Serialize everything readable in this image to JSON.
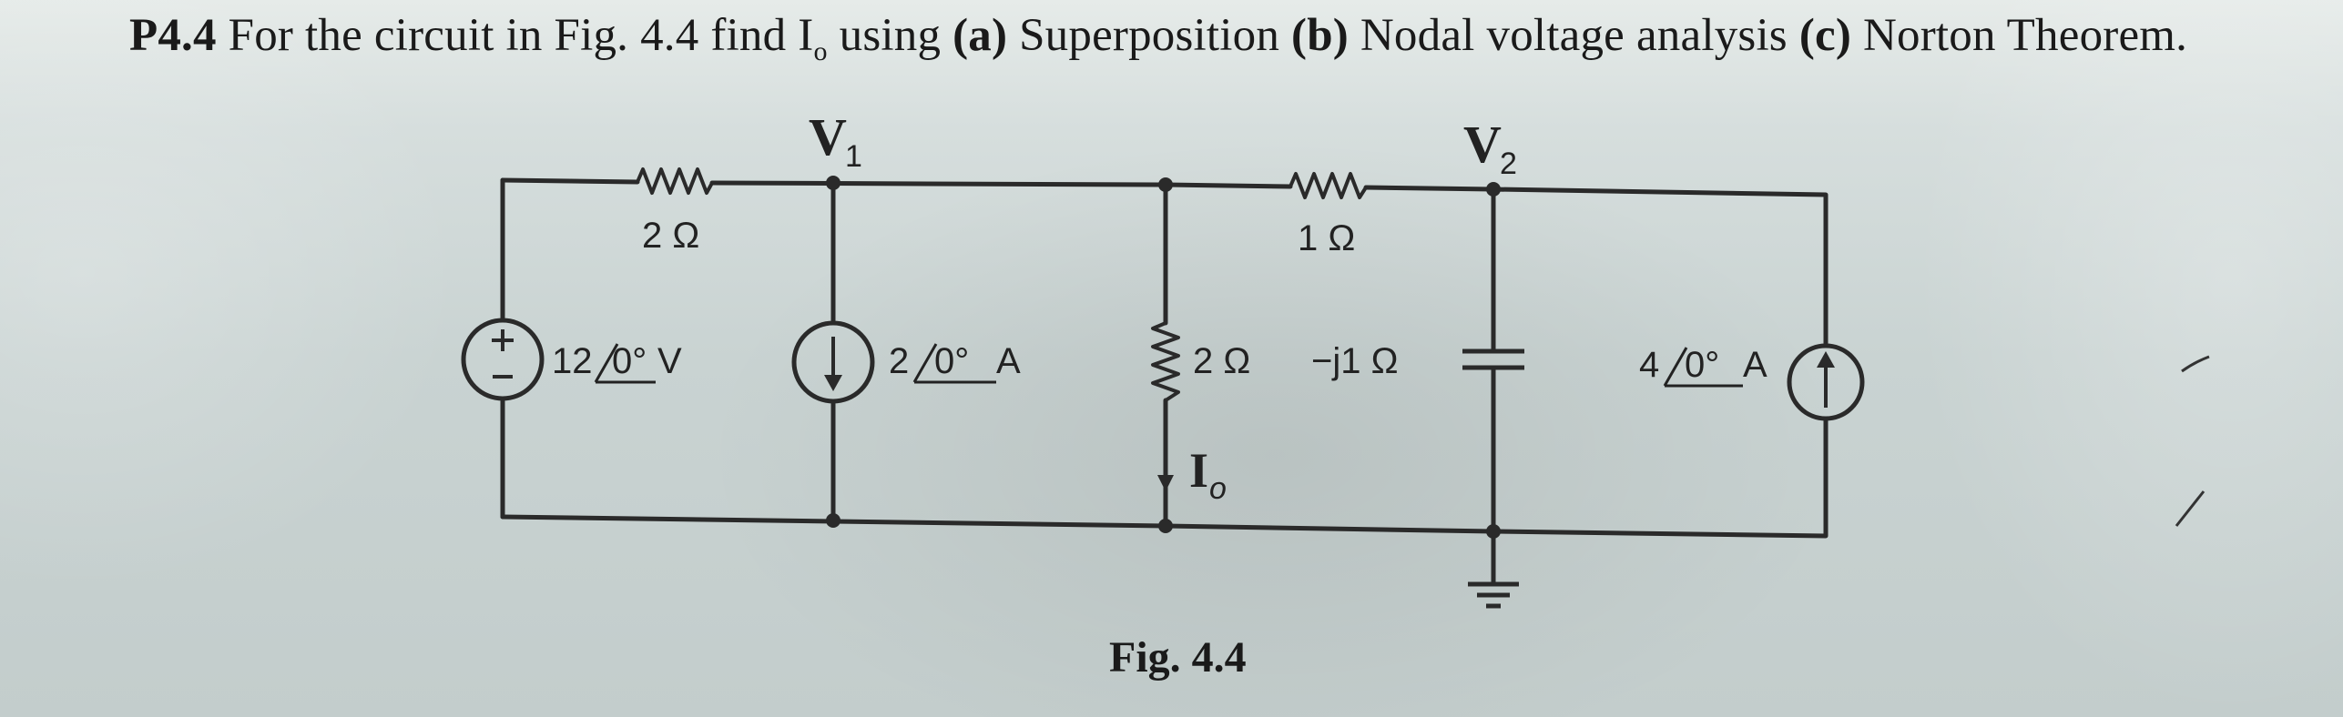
{
  "problem": {
    "number": "P4.4",
    "text_1": " For the circuit in Fig. 4.4 find I",
    "text_sub": "o",
    "text_2": " using ",
    "part_a": "(a)",
    "method_a": " Superposition ",
    "part_b": "(b)",
    "method_b": " Nodal voltage analysis ",
    "part_c": "(c)",
    "method_c": " Norton Theorem."
  },
  "circuit": {
    "node_v1": "V",
    "node_v1_sub": "1",
    "node_v2": "V",
    "node_v2_sub": "2",
    "r_top_left": "2 Ω",
    "r_top_right": "1 Ω",
    "vsrc_mag": "12",
    "vsrc_ang": "0°",
    "vsrc_unit": " V",
    "isrc1_mag": "2",
    "isrc1_ang": "0°",
    "isrc1_unit": " A",
    "r_middle": "2 Ω",
    "capacitor": "−j1 Ω",
    "isrc2_mag": "4",
    "isrc2_ang": "0°",
    "isrc2_unit": " A",
    "io_label": "I",
    "io_sub": "o"
  },
  "caption": "Fig. 4.4"
}
